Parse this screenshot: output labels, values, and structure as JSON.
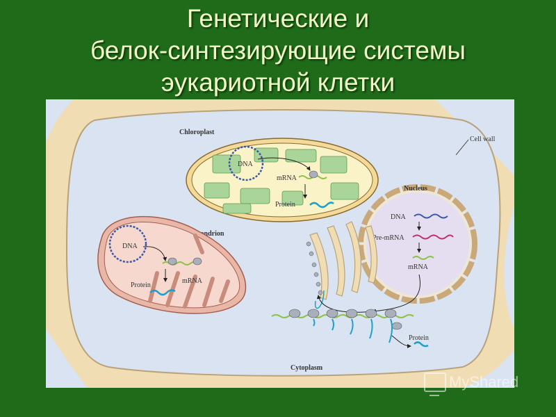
{
  "slide": {
    "title_lines": [
      "Генетические и",
      "белок-синтезирующие системы",
      "эукариотной клетки"
    ]
  },
  "diagram": {
    "labels": {
      "chloroplast": "Chloroplast",
      "cell_wall": "Cell wall",
      "chloroplast_dna": "DNA",
      "chloroplast_mrna": "mRNA",
      "chloroplast_protein": "Protein",
      "nucleus": "Nucleus",
      "nucleus_dna": "DNA",
      "pre_mrna": "Pre-mRNA",
      "nucleus_mrna": "mRNA",
      "mitochondrion": "Mitochondrion",
      "mito_dna": "DNA",
      "mito_mrna": "mRNA",
      "mito_protein": "Protein",
      "cyto_protein": "Protein",
      "cytoplasm": "Cytoplasm"
    },
    "colors": {
      "cell_wall": "#f0ddb4",
      "cytoplasm": "#d9e3f1",
      "chloroplast": "#fbf3c8",
      "thylakoid": "#a9d49a",
      "mitochondrion": "#f6d8cf",
      "nucleus": "#e4def0",
      "dna": "#3a57a8",
      "pre_mrna": "#c0306a",
      "mrna": "#8dc24a",
      "protein": "#1ea0c8"
    }
  },
  "watermark": {
    "text": "MyShared",
    "icon": "presentation-board-icon"
  }
}
